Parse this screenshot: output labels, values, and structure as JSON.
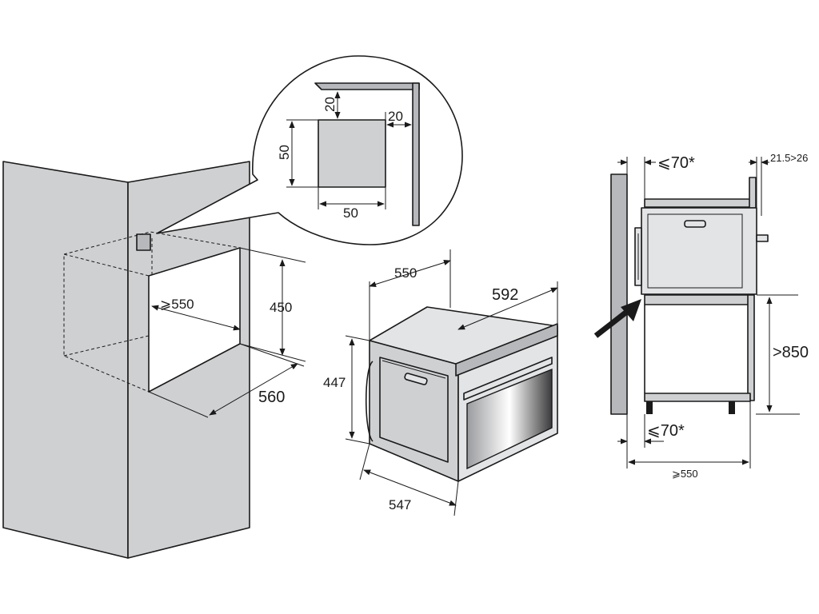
{
  "detail": {
    "dim_top": "20",
    "dim_side": "20",
    "dim_height": "50",
    "dim_width": "50"
  },
  "cabinet": {
    "depth": "⩾550",
    "height": "450",
    "width": "560"
  },
  "oven": {
    "depth_top": "550",
    "width": "592",
    "height": "447",
    "depth_bottom": "547"
  },
  "side": {
    "gap_top": "⩽70*",
    "offset": "21.5>26",
    "height": ">850",
    "gap_bottom": "⩽70*",
    "depth": "⩾550"
  },
  "colors": {
    "panel": "#cfd0d2",
    "panel_dark": "#b7b8bb",
    "line": "#1a1a1a"
  }
}
